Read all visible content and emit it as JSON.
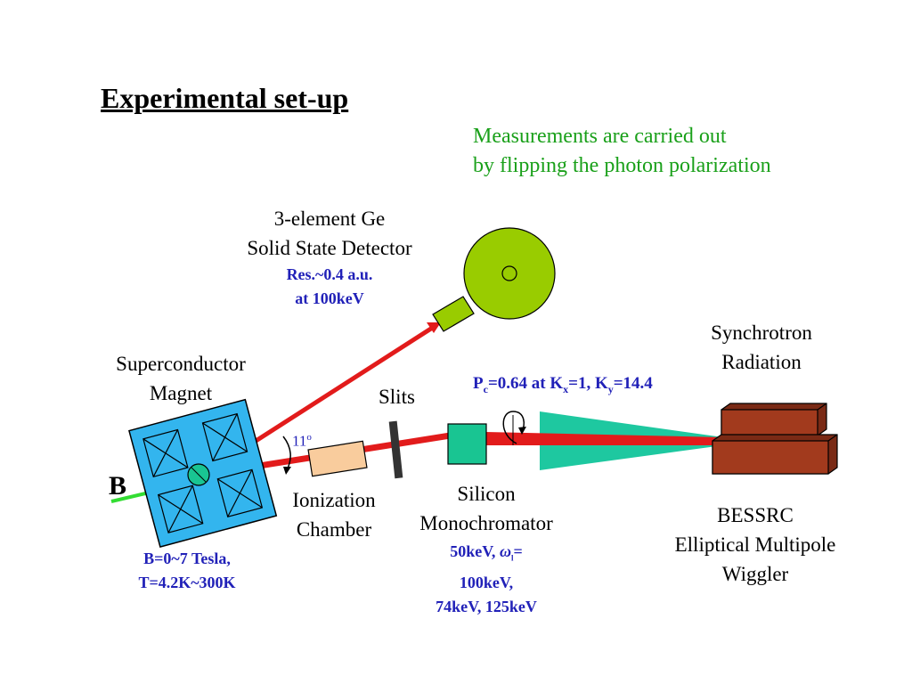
{
  "title": "Experimental set-up",
  "note": {
    "line1": "Measurements  are carried out",
    "line2": "by flipping the photon polarization"
  },
  "detector": {
    "line1": "3-element Ge",
    "line2": "Solid State Detector",
    "res1": "Res.~0.4 a.u.",
    "res2": "at 100keV"
  },
  "synchrotron": {
    "line1": "Synchrotron",
    "line2": "Radiation"
  },
  "magnet": {
    "line1": "Superconductor",
    "line2": "Magnet",
    "b_label": "B",
    "spec1": "B=0~7 Tesla,",
    "spec2": "T=4.2K~300K"
  },
  "slits": "Slits",
  "polarization": {
    "p": "P",
    "p_sub": "c",
    "mid": "=0.64 at K",
    "kx_sub": "x",
    "mid2": "=1, K",
    "ky_sub": "y",
    "end": "=14.4"
  },
  "angle": {
    "value": "11",
    "unit": "o"
  },
  "ionization": {
    "line1": "Ionization",
    "line2": "Chamber"
  },
  "monochromator": {
    "line1": "Silicon",
    "line2": "Monochromator",
    "e1": "50keV, ",
    "omega": "ω",
    "omega_sub": "l",
    "e1_end": "=",
    "e2": "100keV,",
    "e3": "74keV, 125keV"
  },
  "wiggler": {
    "line1": "BESSRC",
    "line2": "Elliptical Multipole",
    "line3": "Wiggler"
  },
  "colors": {
    "beam": "#e21b1b",
    "detector": "#99cc00",
    "fan": "#1ec8a0",
    "magnet": "#33b5ee",
    "ionization": "#f9cc9d",
    "mono": "#19c592",
    "wiggler": "#a23a1d",
    "b_field": "#33dd33"
  }
}
